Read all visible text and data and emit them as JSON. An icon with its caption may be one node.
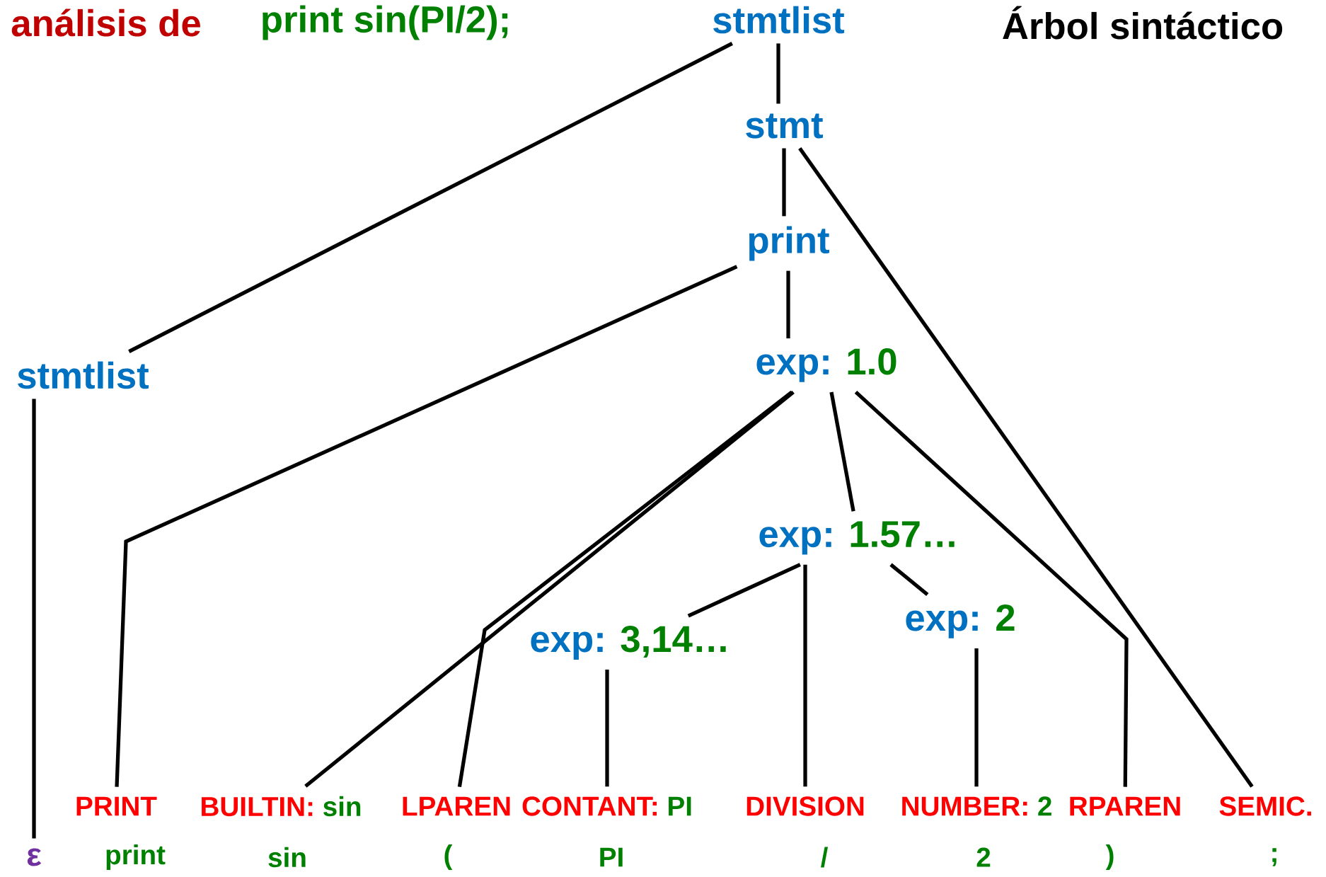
{
  "diagram": {
    "nodes": [
      {
        "text": [
          "stmtlist"
        ]
      },
      {
        "text": [
          "stmt"
        ]
      },
      {
        "text": [
          "print"
        ]
      },
      {
        "text": [
          "stmtlist"
        ]
      },
      {
        "text": [
          "exp:",
          "1.0"
        ]
      },
      {
        "text": [
          "exp:",
          "1.57…"
        ]
      },
      {
        "text": [
          "exp:",
          "3,14…"
        ]
      },
      {
        "text": [
          "exp:",
          "2"
        ]
      },
      {
        "text": [
          "PRINT"
        ],
        "beside": [
          "print"
        ]
      },
      {
        "text": [
          "BUILTIN:",
          "sin"
        ],
        "beside": [
          "sin"
        ]
      },
      {
        "text": [
          "LPAREN"
        ],
        "beside": [
          "("
        ]
      },
      {
        "text": [
          "CONTANT:",
          "PI"
        ],
        "beside": [
          "PI"
        ]
      },
      {
        "text": [
          "DIVISION"
        ],
        "beside": [
          "/"
        ]
      },
      {
        "text": [
          "NUMBER:",
          "2"
        ],
        "beside": [
          "2"
        ]
      },
      {
        "text": [
          "RPAREN"
        ],
        "beside": [
          ")"
        ]
      },
      {
        "text": [
          "SEMIC."
        ],
        "beside": [
          ";"
        ]
      },
      {
        "text": [
          "ε"
        ]
      }
    ],
    "edges": [
      {
        "from": 0,
        "to": 3,
        "arrow": "none"
      },
      {
        "from": 0,
        "to": 1,
        "arrow": "none"
      },
      {
        "from": 1,
        "to": 2,
        "arrow": "none"
      },
      {
        "from": 1,
        "to": 15,
        "arrow": "none"
      },
      {
        "from": 2,
        "to": 8,
        "arrow": "none"
      },
      {
        "from": 2,
        "to": 4,
        "arrow": "none"
      },
      {
        "from": 3,
        "to": 16,
        "arrow": "none"
      },
      {
        "from": 4,
        "to": 9,
        "arrow": "none"
      },
      {
        "from": 4,
        "to": 10,
        "arrow": "none"
      },
      {
        "from": 4,
        "to": 5,
        "arrow": "none"
      },
      {
        "from": 4,
        "to": 14,
        "arrow": "none"
      },
      {
        "from": 5,
        "to": 6,
        "arrow": "none"
      },
      {
        "from": 5,
        "to": 12,
        "arrow": "none"
      },
      {
        "from": 5,
        "to": 7,
        "arrow": "none"
      },
      {
        "from": 6,
        "to": 11,
        "arrow": "none"
      },
      {
        "from": 7,
        "to": 13,
        "arrow": "none"
      }
    ],
    "labels": [
      "análisis de",
      "print sin(PI/2);",
      "Árbol sintáctico"
    ]
  }
}
